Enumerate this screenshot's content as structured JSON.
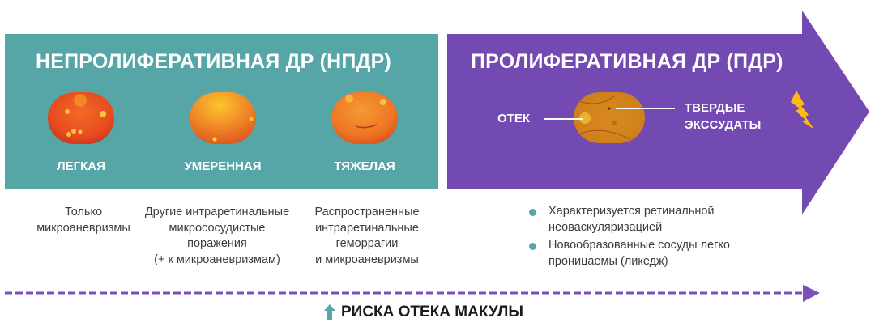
{
  "colors": {
    "npdr_panel": "#56a5a7",
    "pdr_arrow": "#724ab2",
    "bullet": "#56a5a7",
    "lightning": "#ffba0d",
    "timeline": "#7b4fbe",
    "risk_arrow": "#56a5a7"
  },
  "npdr": {
    "title": "НЕПРОЛИФЕРАТИВНАЯ ДР (НПДР)",
    "stages": [
      {
        "label": "ЛЕГКАЯ",
        "description": [
          "Только",
          "микроаневризмы"
        ]
      },
      {
        "label": "УМЕРЕННАЯ",
        "description": [
          "Другие интраретинальные",
          "микрососудистые",
          "поражения",
          "(+ к микроаневризмам)"
        ]
      },
      {
        "label": "ТЯЖЕЛАЯ",
        "description": [
          "Распространенные",
          "интраретинальные",
          "геморрагии",
          "и микроаневризмы"
        ]
      }
    ]
  },
  "pdr": {
    "title": "ПРОЛИФЕРАТИВНАЯ ДР (ПДР)",
    "callout_left": "ОТЕК",
    "callout_right": [
      "ТВЕРДЫЕ",
      "ЭКССУДАТЫ"
    ],
    "icon": "lightning-icon",
    "bullets": [
      [
        "Характеризуется ретинальной",
        "неоваскуляризацией"
      ],
      [
        "Новообразованные сосуды легко",
        "проницаемы (ликедж)"
      ]
    ]
  },
  "footer": {
    "icon": "arrow-up-icon",
    "risk_label": "РИСКА ОТЕКА МАКУЛЫ"
  }
}
